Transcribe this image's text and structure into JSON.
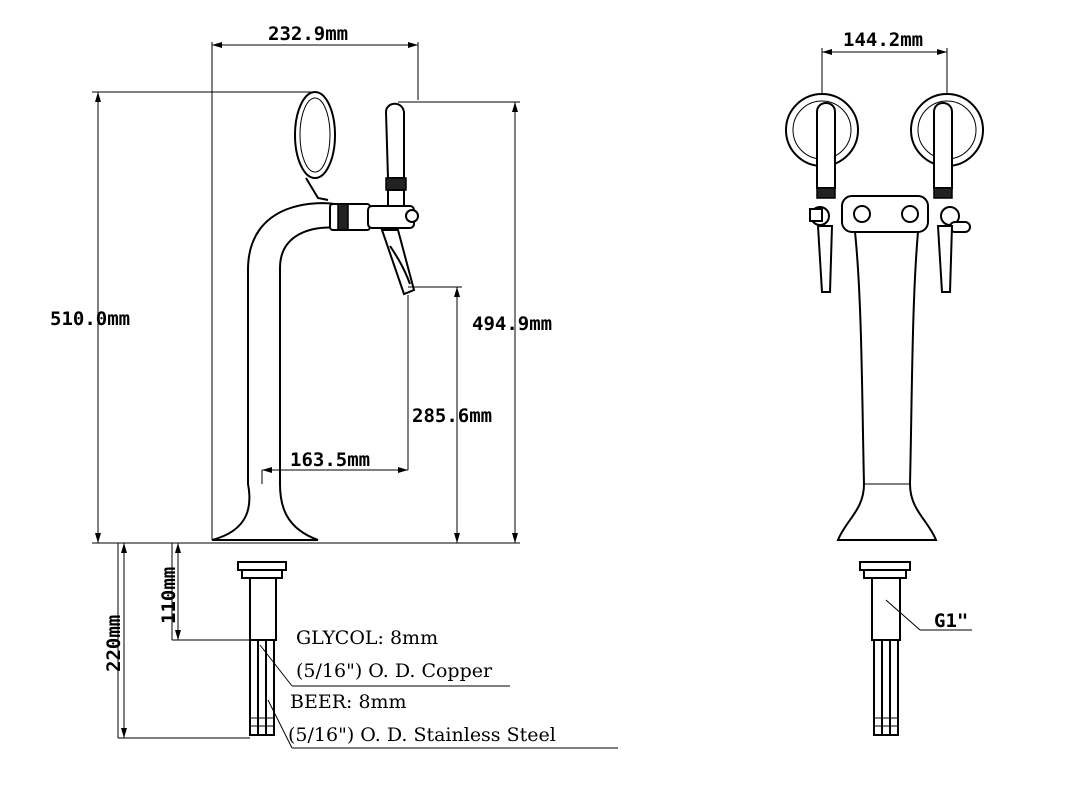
{
  "dimensions": {
    "width_top": "232.9mm",
    "height_total": "510.0mm",
    "height_tap": "494.9mm",
    "spout_height": "285.6mm",
    "spout_reach": "163.5mm",
    "shank_110": "110mm",
    "line_220": "220mm",
    "tap_spacing": "144.2mm",
    "thread": "G1\""
  },
  "notes": {
    "glycol_line1": "GLYCOL: 8mm",
    "glycol_line2": "(5/16\") O. D. Copper",
    "beer_line1": "BEER: 8mm",
    "beer_line2": "(5/16\") O. D. Stainless Steel"
  }
}
